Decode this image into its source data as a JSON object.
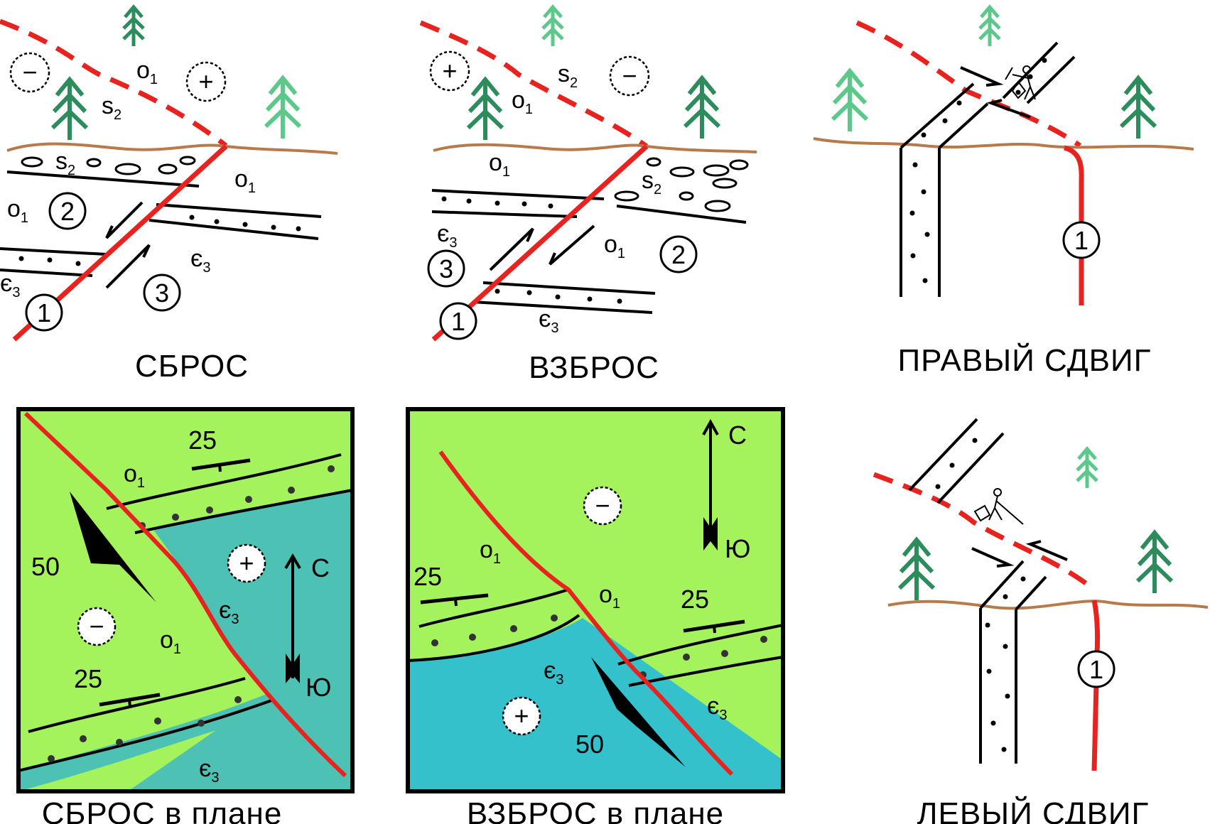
{
  "titles": {
    "normal": "СБРОС",
    "reverse": "ВЗБРОС",
    "right": "ПРАВЫЙ СДВИГ",
    "normal_plan": "СБРОС в плане",
    "reverse_plan": "ВЗБРОС в плане",
    "left": "ЛЕВЫЙ СДВИГ"
  },
  "units": {
    "o": "o",
    "s": "s",
    "e": "є",
    "sub1": "1",
    "sub2": "2",
    "sub3": "3"
  },
  "markers": {
    "one": "1",
    "two": "2",
    "three": "3",
    "plus": "+",
    "minus": "−"
  },
  "dip_small": "25",
  "dip_big": "50",
  "north": "С",
  "south": "Ю",
  "colors": {
    "fault": "#e8231f",
    "ground": "#b87a4b",
    "light_green": "#a4f25c",
    "teal_plan1": "#4cc1b4",
    "teal_plan2": "#35c1cc",
    "tree_dark": "#2c8c5c",
    "tree_light": "#5cc88a"
  }
}
